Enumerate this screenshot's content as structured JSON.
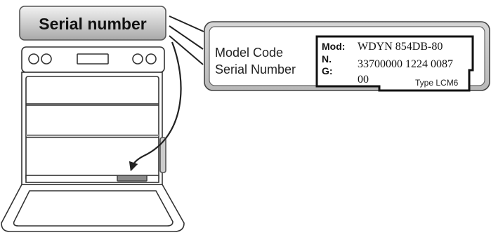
{
  "banner": {
    "label": "Serial number"
  },
  "label_card": {
    "left_labels": {
      "model_code": "Model Code",
      "serial_number": "Serial Number"
    },
    "plate": {
      "mod_key": "Mod:",
      "mod_value": "WDYN 854DB-80",
      "n_key": "N.",
      "n_value": "33700000 1224 0087",
      "g_key": "G:",
      "g_value": "00",
      "type": "Type LCM6"
    }
  },
  "colors": {
    "banner_fill_top": "#eeeeee",
    "banner_fill_bottom": "#a9a9a9",
    "card_fill": "#c9c9c9",
    "outline": "#333333",
    "plate_fill": "#ffffff",
    "arrow": "#222222",
    "serial_plate": "#8a8a8a"
  },
  "icons": {
    "appliance": "dishwasher-outline",
    "pointer": "curved-arrow"
  }
}
